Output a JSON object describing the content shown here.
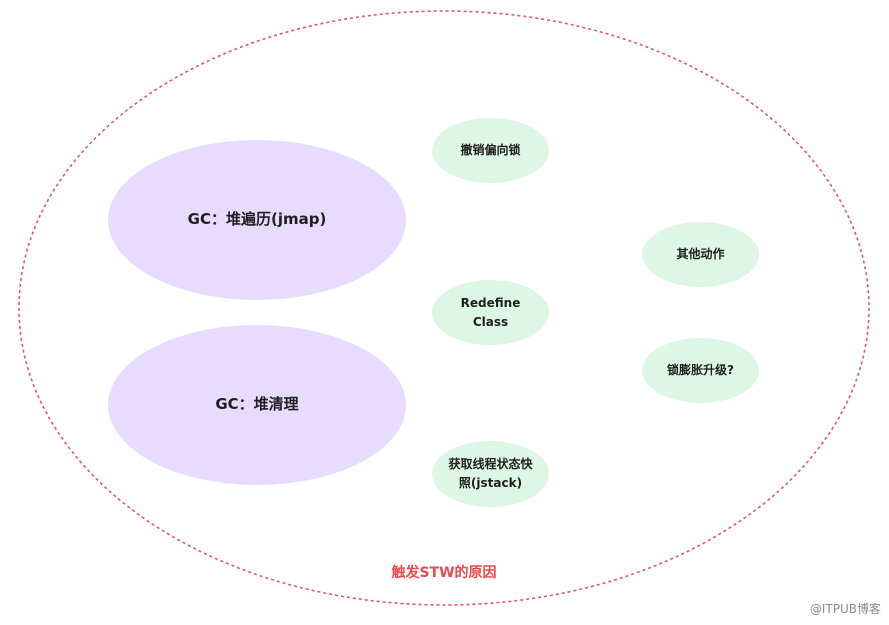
{
  "diagram": {
    "big_nodes": [
      {
        "label": "GC：堆遍历(jmap)"
      },
      {
        "label": "GC：堆清理"
      }
    ],
    "small_nodes": [
      {
        "label": "撤销偏向锁"
      },
      {
        "label": "Redefine Class"
      },
      {
        "label": "获取线程状态快照(jstack)"
      },
      {
        "label": "其他动作"
      },
      {
        "label": "锁膨胀升级?"
      }
    ],
    "caption": "触发STW的原因",
    "watermark": "@ITPUB博客"
  },
  "colors": {
    "boundary": "#e05a5a",
    "big_fill": "#e7dcff",
    "small_fill": "#def6e6",
    "caption": "#e84b4b"
  }
}
